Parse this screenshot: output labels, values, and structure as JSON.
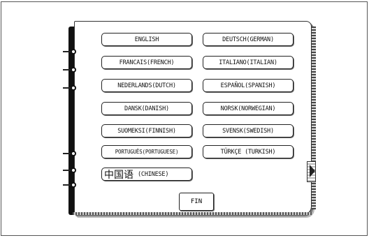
{
  "languages": {
    "english": "ENGLISH",
    "deutsch": "DEUTSCH(GERMAN)",
    "francais": "FRANCAIS(FRENCH)",
    "italiano": "ITALIANO(ITALIAN)",
    "nederlands": "NEDERLANDS(DUTCH)",
    "espanol": "ESPAÑOL(SPANISH)",
    "dansk": "DANSK(DANISH)",
    "norsk": "NORSK(NORWEGIAN)",
    "suomeksi": "SUOMEKSI(FINNISH)",
    "svensk": "SVENSK(SWEDISH)",
    "portugues": "PORTUGUÊS(PORTUGUESE)",
    "turkce": "TÜRKÇE (TURKISH)",
    "chinese_glyphs": "中国语",
    "chinese_label": "(CHINESE)"
  },
  "fin_label": "FIN"
}
